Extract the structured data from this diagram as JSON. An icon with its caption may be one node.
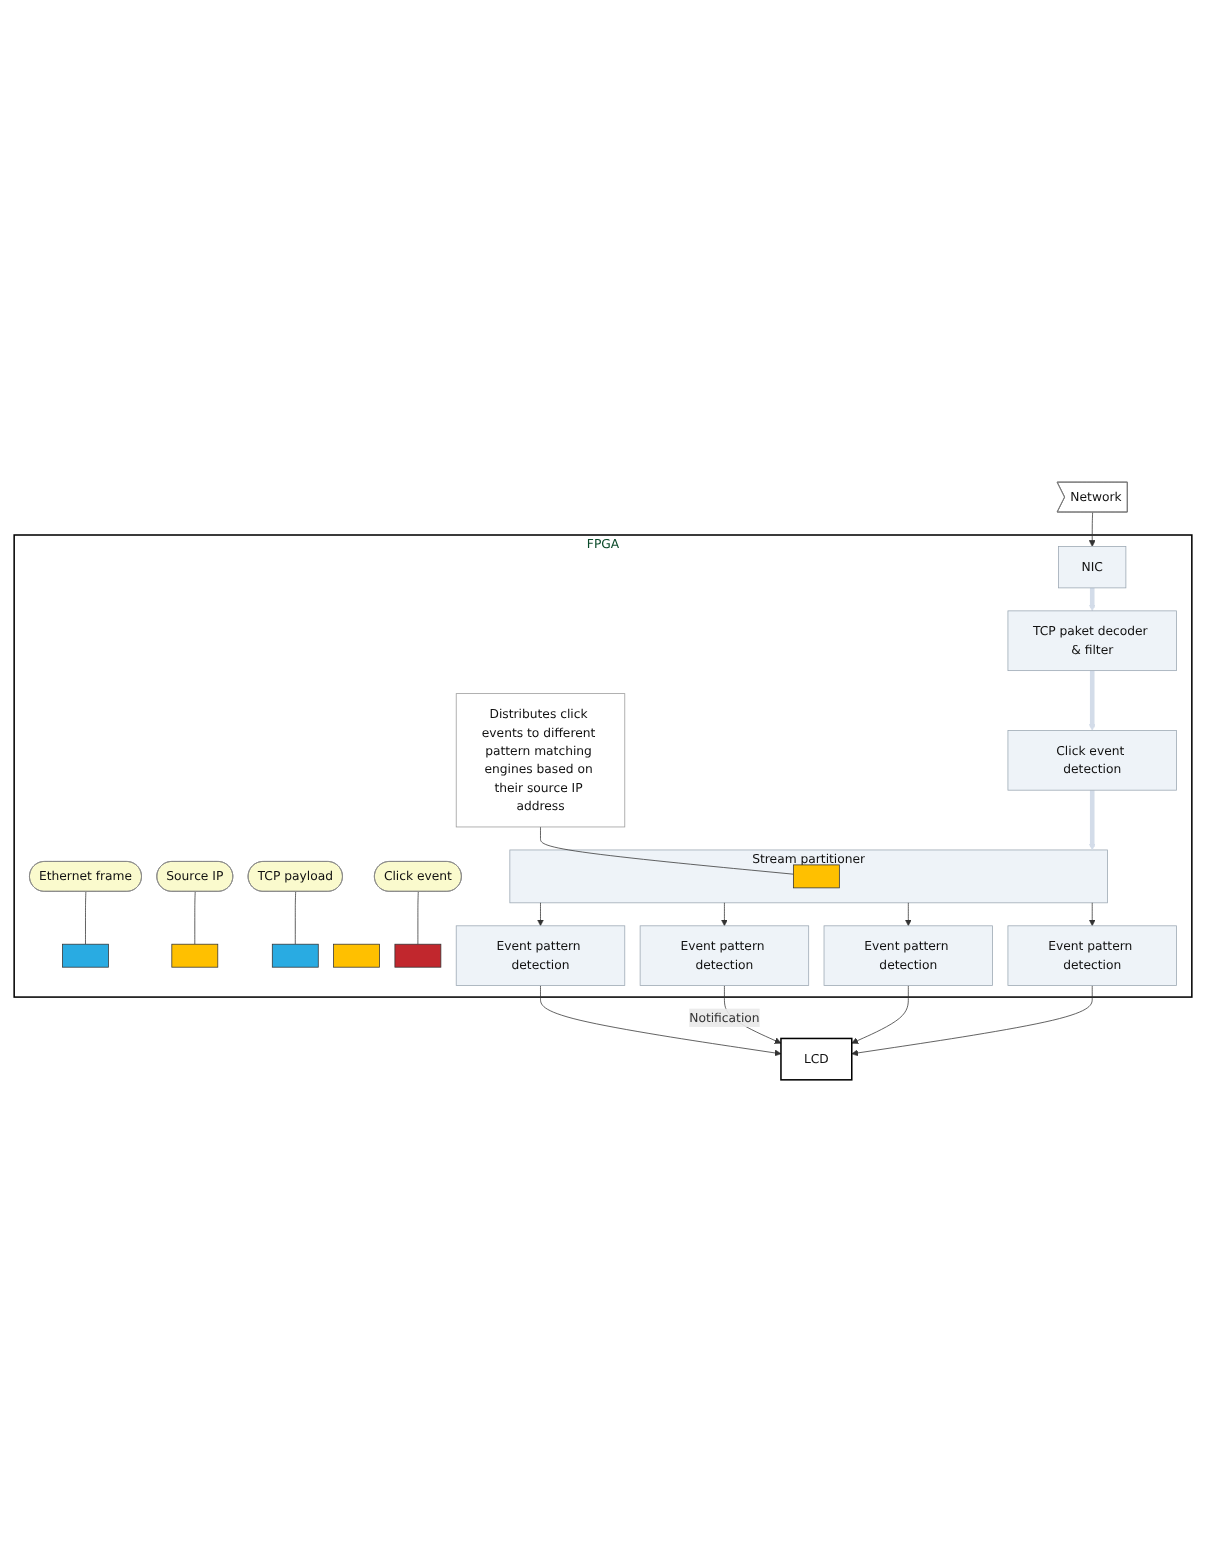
{
  "diagram": {
    "nodes": [
      {
        "text": [
          "Network"
        ]
      },
      {
        "text": [
          "FPGA"
        ]
      },
      {
        "text": [
          "NIC"
        ],
        "in": 1
      },
      {
        "text": [
          "Ethernet frame"
        ],
        "in": 1
      },
      {
        "text": [],
        "shape": "bar",
        "in": 1
      },
      {
        "text": [
          "TCP paket decoder & filter"
        ],
        "in": 1
      },
      {
        "text": [
          "Source IP"
        ],
        "in": 1
      },
      {
        "text": [],
        "shape": "bar",
        "in": 1
      },
      {
        "text": [],
        "shape": "bar",
        "in": 1
      },
      {
        "text": [
          "TCP payload"
        ],
        "in": 1
      },
      {
        "text": [
          "Click event detection"
        ],
        "in": 1
      },
      {
        "text": [],
        "shape": "bar",
        "in": 1
      },
      {
        "text": [],
        "shape": "bar",
        "in": 1
      },
      {
        "text": [
          "Click event"
        ],
        "in": 1
      },
      {
        "text": [
          "Distributes click events to different pattern matching engines based on their source IP address"
        ],
        "in": 1
      },
      {
        "text": [
          "Stream partitioner"
        ],
        "in": 1
      },
      {
        "text": [],
        "shape": "bar",
        "in": 15
      },
      {
        "text": [
          "Event pattern detection"
        ],
        "in": 1
      },
      {
        "text": [
          "Event pattern detection"
        ],
        "in": 1
      },
      {
        "text": [
          "Event pattern detection"
        ],
        "in": 1
      },
      {
        "text": [
          "Event pattern detection"
        ],
        "in": 1
      },
      {
        "text": [
          "LCD"
        ]
      }
    ],
    "edges": [
      {
        "from": 0,
        "to": 2,
        "arrow": "to"
      },
      {
        "from": 3,
        "to": 4,
        "arrow": "none"
      },
      {
        "from": 2,
        "to": 5,
        "arrow": "to",
        "style": "thick",
        "color": "#d3dce9"
      },
      {
        "from": 6,
        "to": 7,
        "arrow": "none"
      },
      {
        "from": 9,
        "to": 8,
        "arrow": "none"
      },
      {
        "from": 5,
        "to": 10,
        "arrow": "to",
        "style": "thick",
        "color": "#d3dce9"
      },
      {
        "from": 13,
        "to": 12,
        "arrow": "none"
      },
      {
        "from": 10,
        "to": 15,
        "arrow": "to",
        "style": "thick",
        "color": "#d3dce9"
      },
      {
        "from": 14,
        "to": 16,
        "arrow": "none"
      },
      {
        "from": 15,
        "to": 17,
        "arrow": "to"
      },
      {
        "from": 15,
        "to": 18,
        "arrow": "to"
      },
      {
        "from": 15,
        "to": 19,
        "arrow": "to"
      },
      {
        "from": 15,
        "to": 20,
        "arrow": "to"
      },
      {
        "from": 17,
        "to": 21,
        "arrow": "to"
      },
      {
        "from": 18,
        "to": 21,
        "arrow": "to",
        "label": "Notification"
      },
      {
        "from": 19,
        "to": 21,
        "arrow": "to"
      },
      {
        "from": 20,
        "to": 21,
        "arrow": "to"
      }
    ]
  }
}
